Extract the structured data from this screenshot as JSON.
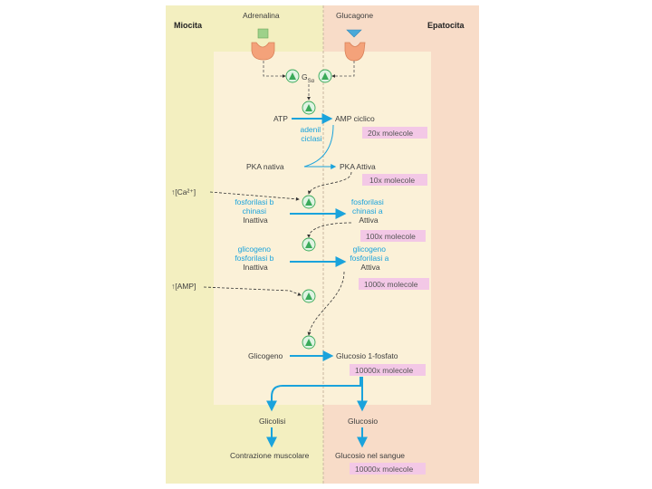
{
  "panels": {
    "left": "Miocita",
    "right": "Epatocita"
  },
  "hormones": {
    "adrenalina": "Adrenalina",
    "glucagone": "Glucagone"
  },
  "g_protein": {
    "symbol": "G",
    "subscript": "S",
    "alpha": "α"
  },
  "nodes": {
    "atp": "ATP",
    "camp": "AMP ciclico",
    "adenylyl": [
      "adenil",
      "ciclasi"
    ],
    "pka_native": "PKA nativa",
    "pka_active": "PKA Attiva",
    "phk_inactive": [
      "fosforilasi b",
      "chinasi",
      "Inattiva"
    ],
    "phk_active": [
      "fosforilasi",
      "chinasi a",
      "Attiva"
    ],
    "gp_inactive": [
      "glicogeno",
      "fosforilasi b",
      "Inattiva"
    ],
    "gp_active": [
      "glicogeno",
      "fosforilasi a",
      "Attiva"
    ],
    "glycogen": "Glicogeno",
    "g1p": "Glucosio 1-fosfato",
    "glycolysis": "Glicolisi",
    "glucose": "Glucosio",
    "contraction": "Contrazione muscolare",
    "blood_glucose": "Glucosio nel sangue"
  },
  "modulators": {
    "calcium": "↑[Ca²⁺]",
    "amp": "↑[AMP]"
  },
  "amplification": [
    "20x molecole",
    "10x molecole",
    "100x molecole",
    "1000x molecole",
    "10000x molecole",
    "10000x molecole"
  ],
  "colors": {
    "left_panel": "#f3efc0",
    "right_panel": "#f8dcc8",
    "center_panel": "#fbf1d8",
    "arrow_blue": "#1aa3dc",
    "enzyme_green": "#3aaa5a",
    "badge": "#f3c8e6",
    "receptor": "#f4a27a"
  }
}
